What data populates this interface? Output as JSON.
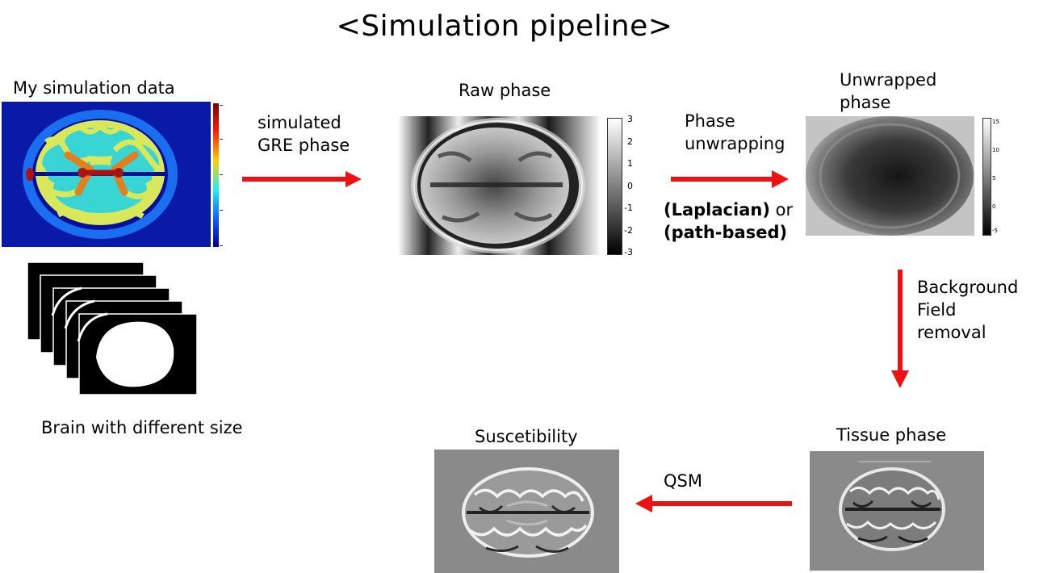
{
  "title": "<Simulation pipeline>",
  "sim_data": {
    "label": "My simulation data"
  },
  "brains": {
    "label": "Brain with different size"
  },
  "step_gre": {
    "line1": "simulated",
    "line2": "GRE phase"
  },
  "raw_phase": {
    "label": "Raw phase",
    "ticks": [
      "3",
      "2",
      "1",
      "0",
      "-1",
      "-2",
      "-3"
    ]
  },
  "unwrap_step": {
    "line1": "Phase",
    "line2": "unwrapping",
    "method1": "(Laplacian)",
    "or": " or",
    "method2": "(path-based)"
  },
  "unwrapped": {
    "line1": "Unwrapped",
    "line2": "phase",
    "ticks": [
      "15",
      "10",
      "5",
      "0",
      "-5"
    ]
  },
  "bg_removal": {
    "line1": "Background",
    "line2": "Field",
    "line3": "removal"
  },
  "tissue": {
    "label": "Tissue phase"
  },
  "qsm": {
    "label": "QSM"
  },
  "suscept": {
    "label": "Suscetibility"
  },
  "colors": {
    "arrow": "#ee1111",
    "sim_background": "#0a1aa8",
    "gray_background": "#8a8a8a"
  }
}
